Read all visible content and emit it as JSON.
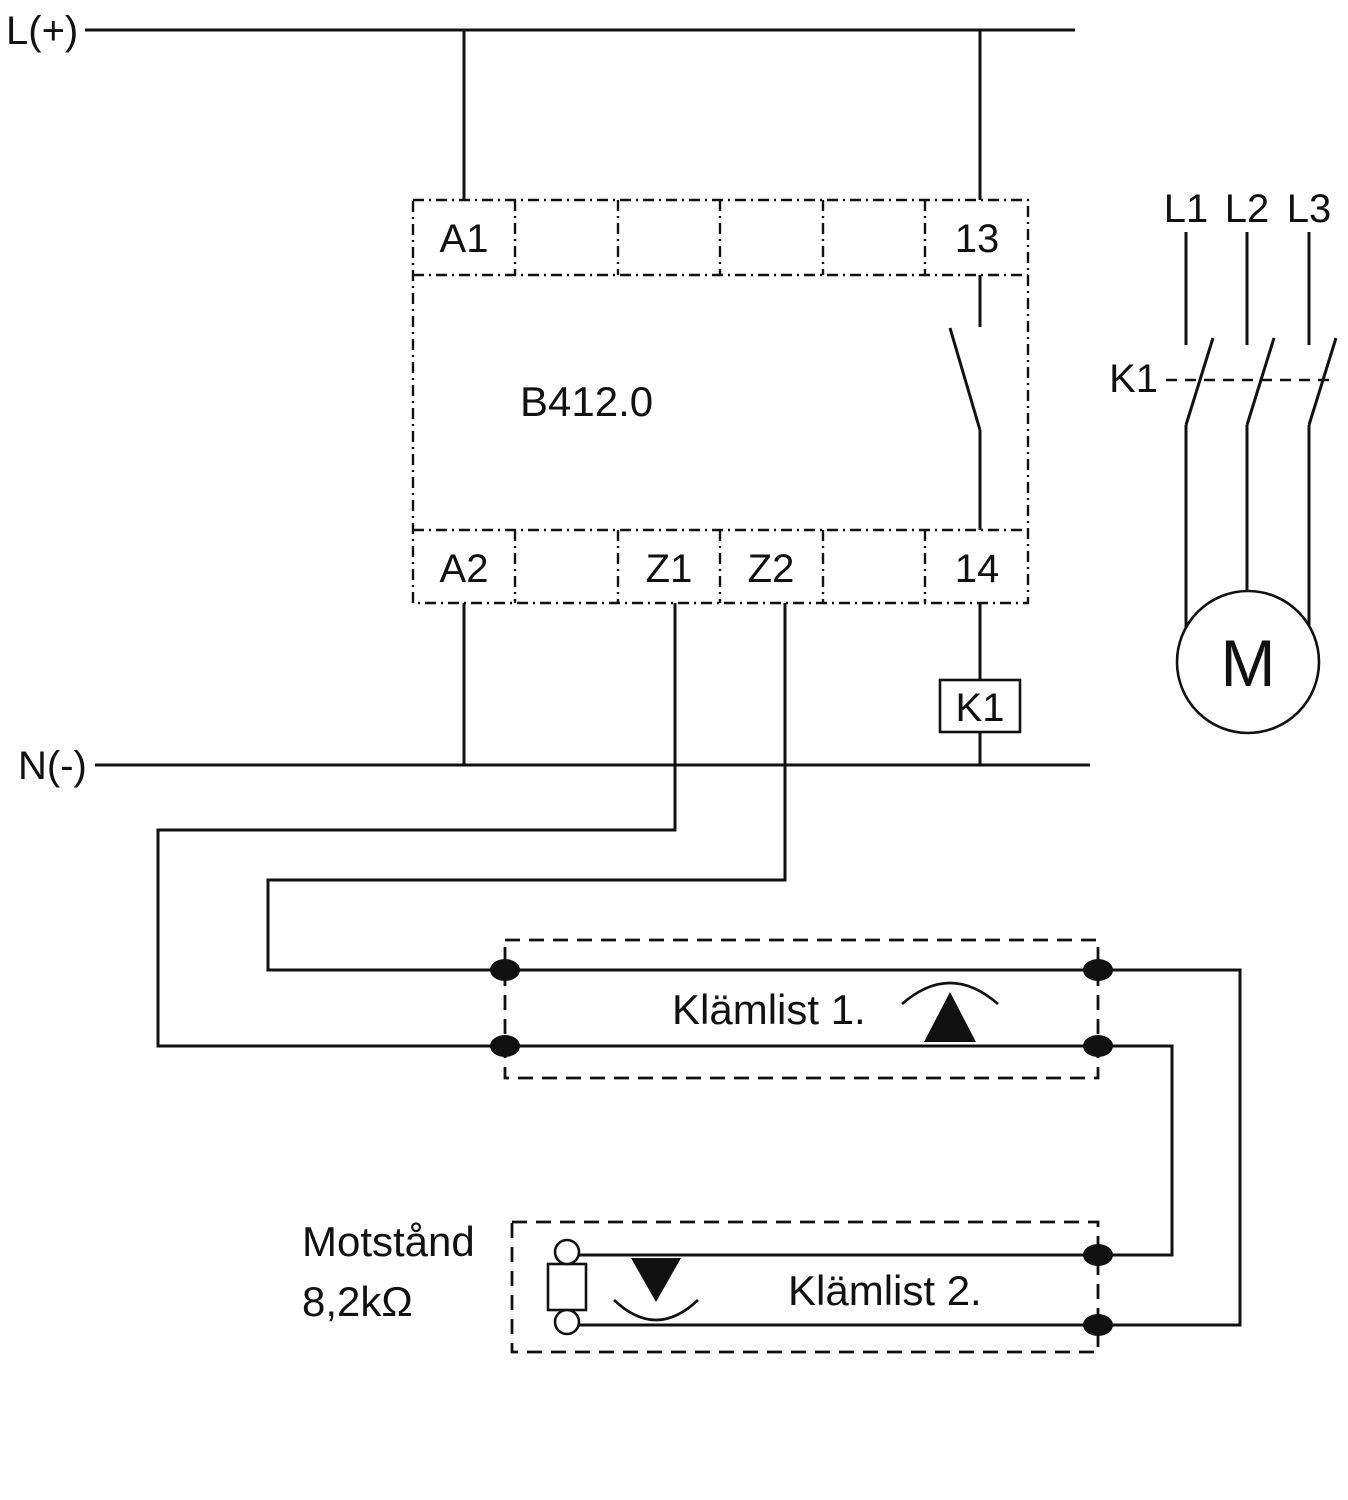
{
  "labels": {
    "l_plus": "L(+)",
    "n_minus": "N(-)"
  },
  "relay": {
    "model": "B412.0",
    "terminals": {
      "a1": "A1",
      "t13": "13",
      "a2": "A2",
      "z1": "Z1",
      "z2": "Z2",
      "t14": "14"
    }
  },
  "contactor": {
    "coil_label": "K1",
    "contact_label": "K1",
    "phases": [
      "L1",
      "L2",
      "L3"
    ]
  },
  "motor": {
    "label": "M"
  },
  "terminal_strips": {
    "strip1": "Klämlist 1.",
    "strip2": "Klämlist 2."
  },
  "resistor": {
    "name": "Motstånd",
    "value": "8,2kΩ"
  },
  "colors": {
    "line": "#111111",
    "background": "#ffffff"
  }
}
